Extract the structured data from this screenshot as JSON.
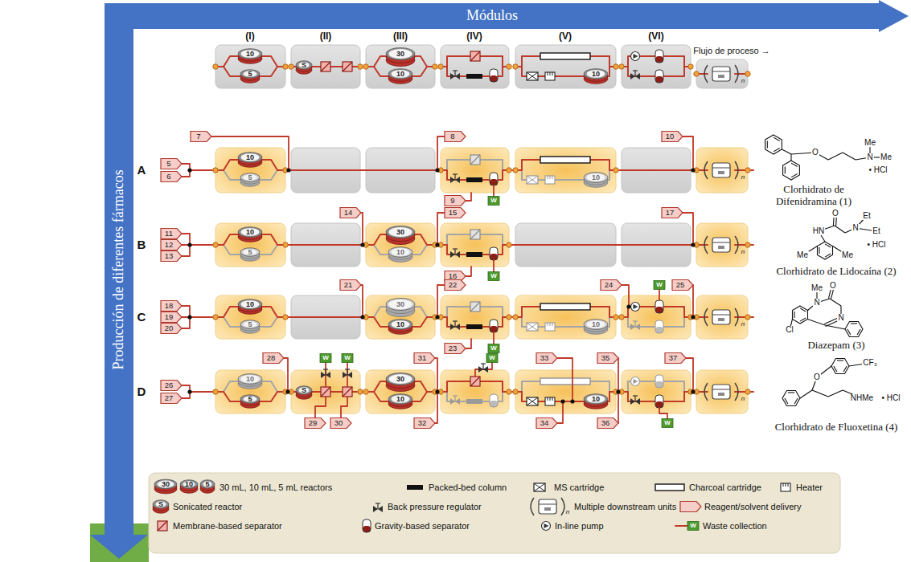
{
  "diagram": {
    "nodes": [
      {
        "text": [
          "Módulos"
        ]
      },
      {
        "text": [
          "Producción de diferentes fármacos"
        ]
      }
    ],
    "labels": [
      "(I)",
      "(II)",
      "(III)",
      "(IV)",
      "(V)",
      "(VI)",
      "Flujo de proceso →",
      "10",
      "5",
      "S",
      "30",
      "10",
      "10",
      "n",
      "A",
      "5",
      "6",
      "7",
      "8",
      "9",
      "10",
      "10",
      "5",
      "10",
      "W",
      "n",
      "B",
      "11",
      "12",
      "13",
      "14",
      "15",
      "16",
      "17",
      "10",
      "5",
      "30",
      "10",
      "W",
      "n",
      "C",
      "18",
      "19",
      "20",
      "21",
      "22",
      "23",
      "24",
      "25",
      "10",
      "5",
      "30",
      "10",
      "10",
      "W",
      "W",
      "n",
      "D",
      "26",
      "27",
      "28",
      "29",
      "30",
      "31",
      "32",
      "33",
      "34",
      "35",
      "36",
      "37",
      "10",
      "5",
      "S",
      "30",
      "10",
      "10",
      "W",
      "W",
      "W",
      "W",
      "n",
      "Me",
      "N",
      "Me",
      "O",
      "• HCl",
      "O",
      "HN",
      "N",
      "Et",
      "Et",
      "Me",
      "Me",
      "• HCl",
      "Me",
      "O",
      "N",
      "N",
      "Cl",
      "CF₃",
      "O",
      "NHMe",
      "• HCl",
      "Clorhidrato de Difenidramina (1)",
      "Clorhidrato de Lidocaína (2)",
      "Diazepam (3)",
      "Clorhidrato de Fluoxetina (4)",
      "30",
      "10",
      "5",
      "S",
      "n",
      "W"
    ],
    "legend": [
      {
        "text": "30 mL, 10 mL, 5 mL reactors"
      },
      {
        "text": "Packed-bed column"
      },
      {
        "text": "MS cartridge"
      },
      {
        "text": "Charcoal cartridge"
      },
      {
        "text": "Heater"
      },
      {
        "text": "Sonicated reactor"
      },
      {
        "text": "Back pressure regulator"
      },
      {
        "text": "Multiple downstream units"
      },
      {
        "text": "Reagent/solvent delivery"
      },
      {
        "text": "Membrane-based separator"
      },
      {
        "text": "Gravity-based separator"
      },
      {
        "text": "In-line pump"
      },
      {
        "text": "Waste collection"
      }
    ]
  }
}
